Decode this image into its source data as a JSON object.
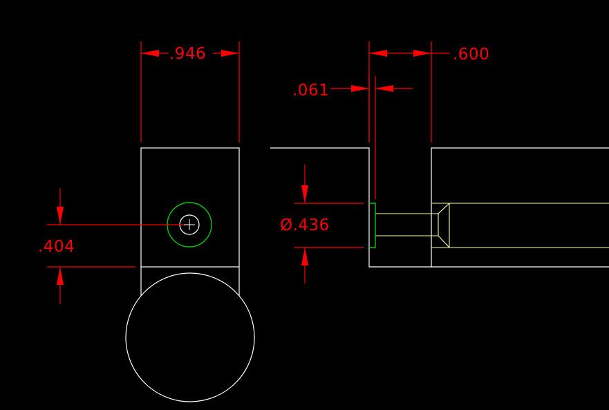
{
  "colors": {
    "background": "#000000",
    "geometry": "#ffffff",
    "dimension": "#ff0000",
    "hole": "#00cc00",
    "hidden_part": "#ffff99"
  },
  "dimensions": {
    "width_top_left": ".946",
    "hole_offset": ".404",
    "thickness": ".061",
    "depth": ".600",
    "diameter": "Ø.436"
  }
}
